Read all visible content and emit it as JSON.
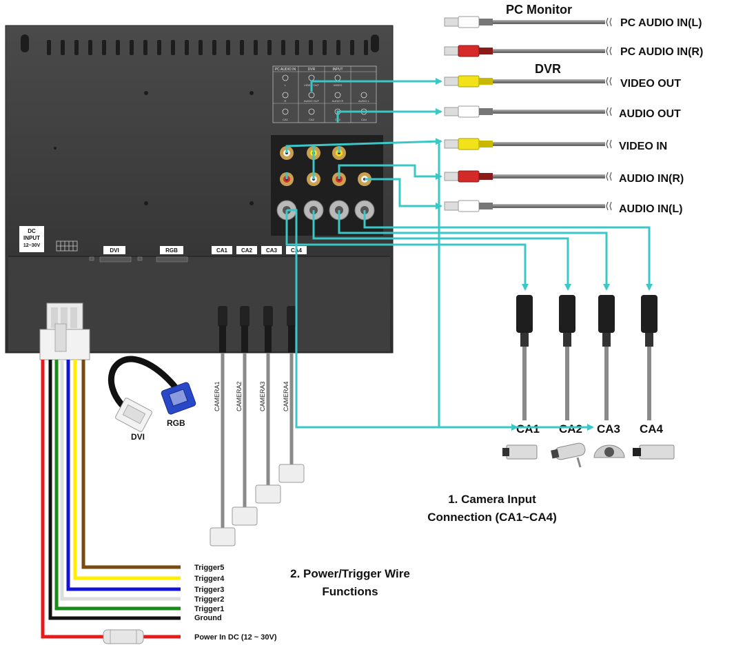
{
  "top_labels": {
    "pc_monitor": "PC Monitor",
    "dvr": "DVR"
  },
  "rca_cables": [
    {
      "id": "pc-audio-in-l",
      "label": "PC AUDIO IN(L)",
      "plug_color": "#ffffff"
    },
    {
      "id": "pc-audio-in-r",
      "label": "PC AUDIO IN(R)",
      "plug_color": "#d42a2a"
    },
    {
      "id": "video-out",
      "label": "VIDEO OUT",
      "plug_color": "#f2e21a"
    },
    {
      "id": "audio-out",
      "label": "AUDIO OUT",
      "plug_color": "#ffffff"
    },
    {
      "id": "video-in",
      "label": "VIDEO IN",
      "plug_color": "#f2e21a"
    },
    {
      "id": "audio-in-r",
      "label": "AUDIO IN(R)",
      "plug_color": "#d42a2a"
    },
    {
      "id": "audio-in-l",
      "label": "AUDIO IN(L)",
      "plug_color": "#ffffff"
    }
  ],
  "panel_labels": {
    "dc_input": [
      "DC",
      "INPUT",
      "12~30V"
    ],
    "dvi": "DVI",
    "rgb": "RGB",
    "ca": [
      "CA1",
      "CA2",
      "CA3",
      "CA4"
    ]
  },
  "jack_panel": {
    "headers": [
      "PC AUDIO IN",
      "DVR",
      "INPUT",
      ""
    ],
    "sub_labels": [
      "L",
      "VIDEO OUT",
      "VIDEO",
      "R",
      "AUDIO OUT",
      "AUDIO R",
      "AUDIO L",
      "CA1",
      "CA2",
      "CA3",
      "CA4"
    ]
  },
  "cable_labels": {
    "dvi": "DVI",
    "rgb": "RGB",
    "camera_cables": [
      "CAMERA1",
      "CAMERA2",
      "CAMERA3",
      "CAMERA4"
    ]
  },
  "cameras": [
    "CA1",
    "CA2",
    "CA3",
    "CA4"
  ],
  "captions": {
    "camera_input": [
      "1. Camera Input",
      "Connection (CA1~CA4)"
    ],
    "power_trigger": [
      "2. Power/Trigger Wire",
      "Functions"
    ]
  },
  "wires": [
    {
      "label": "Trigger5",
      "color": "#7a4a12"
    },
    {
      "label": "Trigger4",
      "color": "#ffee00"
    },
    {
      "label": "Trigger3",
      "color": "#1414d6"
    },
    {
      "label": "Trigger2",
      "color": "#ffffff"
    },
    {
      "label": "Trigger1",
      "color": "#1a8a1a"
    },
    {
      "label": "Ground",
      "color": "#111111"
    },
    {
      "label": "Power In DC (12 ~ 30V)",
      "color": "#e41b1b"
    }
  ],
  "colors": {
    "connector_line": "#3cc7c7",
    "monitor_body": "#3b3b3b",
    "cable_gray": "#8a8a8a"
  }
}
